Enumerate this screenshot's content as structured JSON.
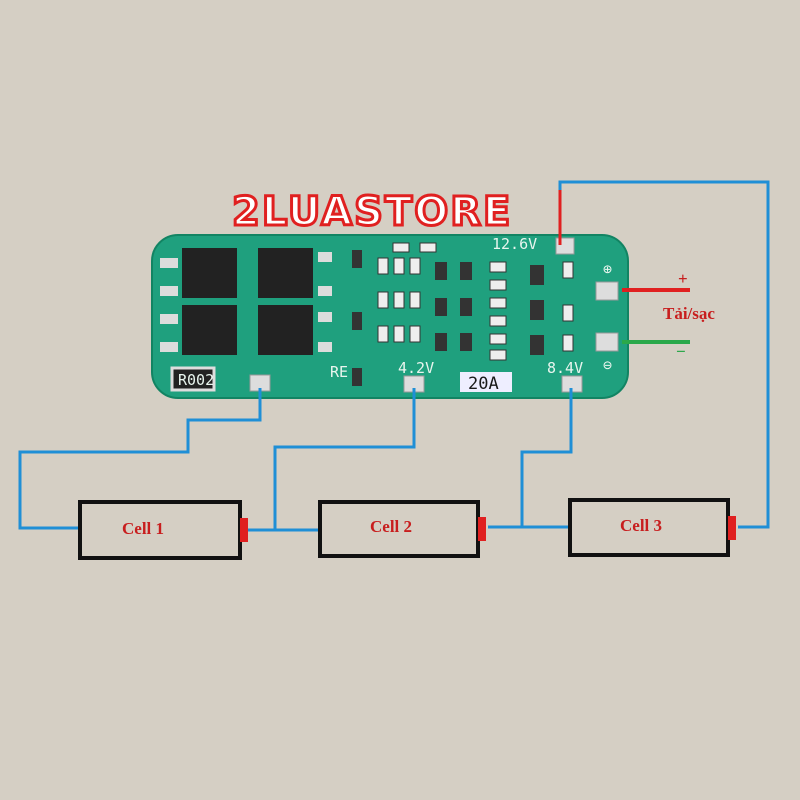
{
  "brand": "2LUASTORE",
  "board": {
    "labels": {
      "v126": "12.6V",
      "v42": "4.2V",
      "v84": "8.4V",
      "current": "20A",
      "shunt": "R002",
      "re": "RE"
    },
    "plus_symbol": "⊕",
    "minus_symbol": "⊖"
  },
  "load": {
    "label": "Tải/sạc",
    "plus": "+",
    "minus": "−"
  },
  "cells": [
    {
      "label": "Cell 1"
    },
    {
      "label": "Cell 2"
    },
    {
      "label": "Cell 3"
    }
  ],
  "colors": {
    "wire": "#1f8fd6",
    "board": "#1fa07e",
    "positive": "#e02020",
    "negative": "#2aa84a",
    "cell_outline": "#111111"
  }
}
